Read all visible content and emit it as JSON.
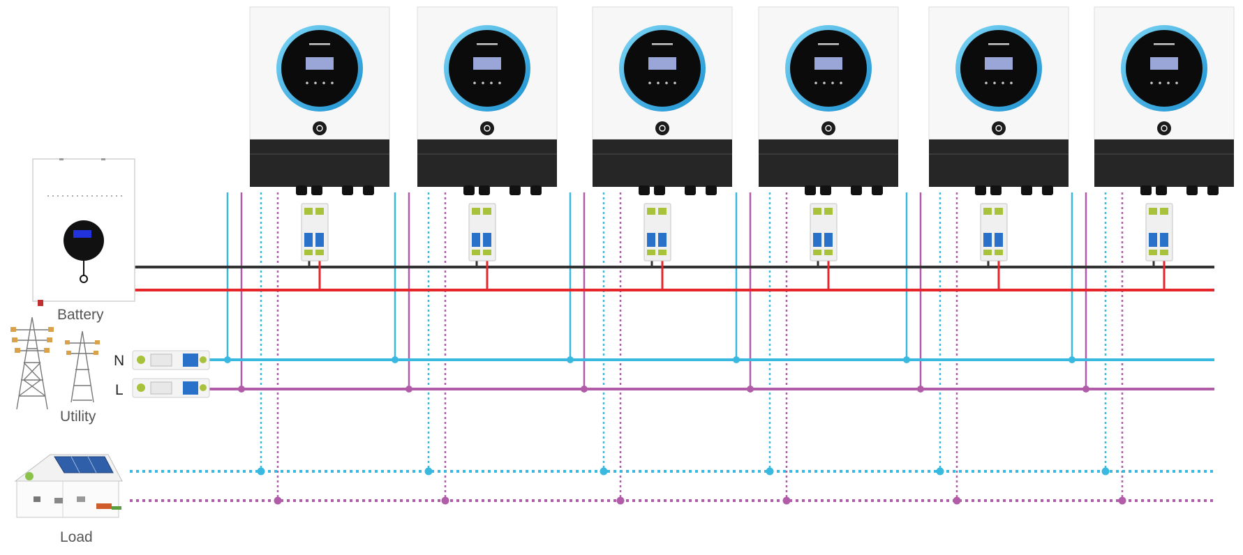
{
  "labels": {
    "battery": "Battery",
    "utility": "Utility",
    "load": "Load",
    "neutral": "N",
    "line": "L"
  },
  "inverter_count": 6,
  "colors": {
    "neutral": "#39b8e0",
    "line": "#b05ca8",
    "battery_pos": "#e5262b",
    "battery_neg": "#333333",
    "breaker_blue": "#2a72c9",
    "ring": "#29a8e0"
  },
  "icons": {
    "battery": "battery-unit-icon",
    "utility": "transmission-tower-icon",
    "load": "house-solar-load-icon",
    "inverter": "hybrid-inverter-icon",
    "breaker": "dc-breaker-icon",
    "ac_breaker": "ac-breaker-icon"
  }
}
